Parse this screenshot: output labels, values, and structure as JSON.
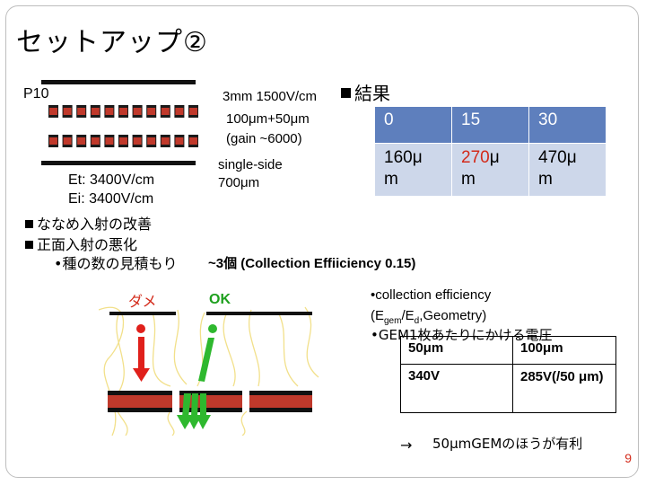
{
  "title": "セットアップ②",
  "p10_label": "P10",
  "gem_spec": {
    "line1": "3mm 1500V/cm",
    "line2": "100μm+50μm",
    "line3": "(gain ~6000)",
    "line4": "single-side",
    "line5": "700μm"
  },
  "fields": {
    "et": "Et: 3400V/cm",
    "ei": "Ei: 3400V/cm"
  },
  "bullets": {
    "b1": "ななめ入射の改善",
    "b2": "正面入射の悪化",
    "sub": "種の数の見積もり",
    "estimate": "~3個 (Collection Effiiciency 0.15)"
  },
  "result": {
    "heading": "結果",
    "headers": [
      "0",
      "15",
      "30"
    ],
    "row_prefix": [
      "160",
      "270",
      "470"
    ],
    "row_mu": [
      "μ",
      "μ",
      "μ"
    ],
    "row_suffix": [
      "m",
      "m",
      "m"
    ]
  },
  "diagram": {
    "bad_label": "ダメ",
    "ok_label": "OK"
  },
  "collection": {
    "line1": "collection efficiency",
    "line2_a": "(E",
    "line2_gem": "gem",
    "line2_b": "/E",
    "line2_d": "d",
    "line2_c": ",Geometry)",
    "line3": "GEM1枚あたりにかける電圧"
  },
  "voltage_table": {
    "headers": [
      "50μm",
      "100μm"
    ],
    "values": [
      "340V",
      "285V(/50 μm)"
    ]
  },
  "conclusion": {
    "arrow": "→",
    "text": "50μmGEMのほうが有利"
  },
  "page_number": "9",
  "colors": {
    "gem_plate": "#c0392b",
    "gem_border": "#1a1a1a",
    "table_header": "#5e7fbd",
    "table_cell": "#cdd7ea",
    "field_lines": "#f2e08a",
    "bad_arrow": "#e0201b",
    "ok_arrow": "#2eb82e",
    "highlight_red": "#d32a1a"
  }
}
